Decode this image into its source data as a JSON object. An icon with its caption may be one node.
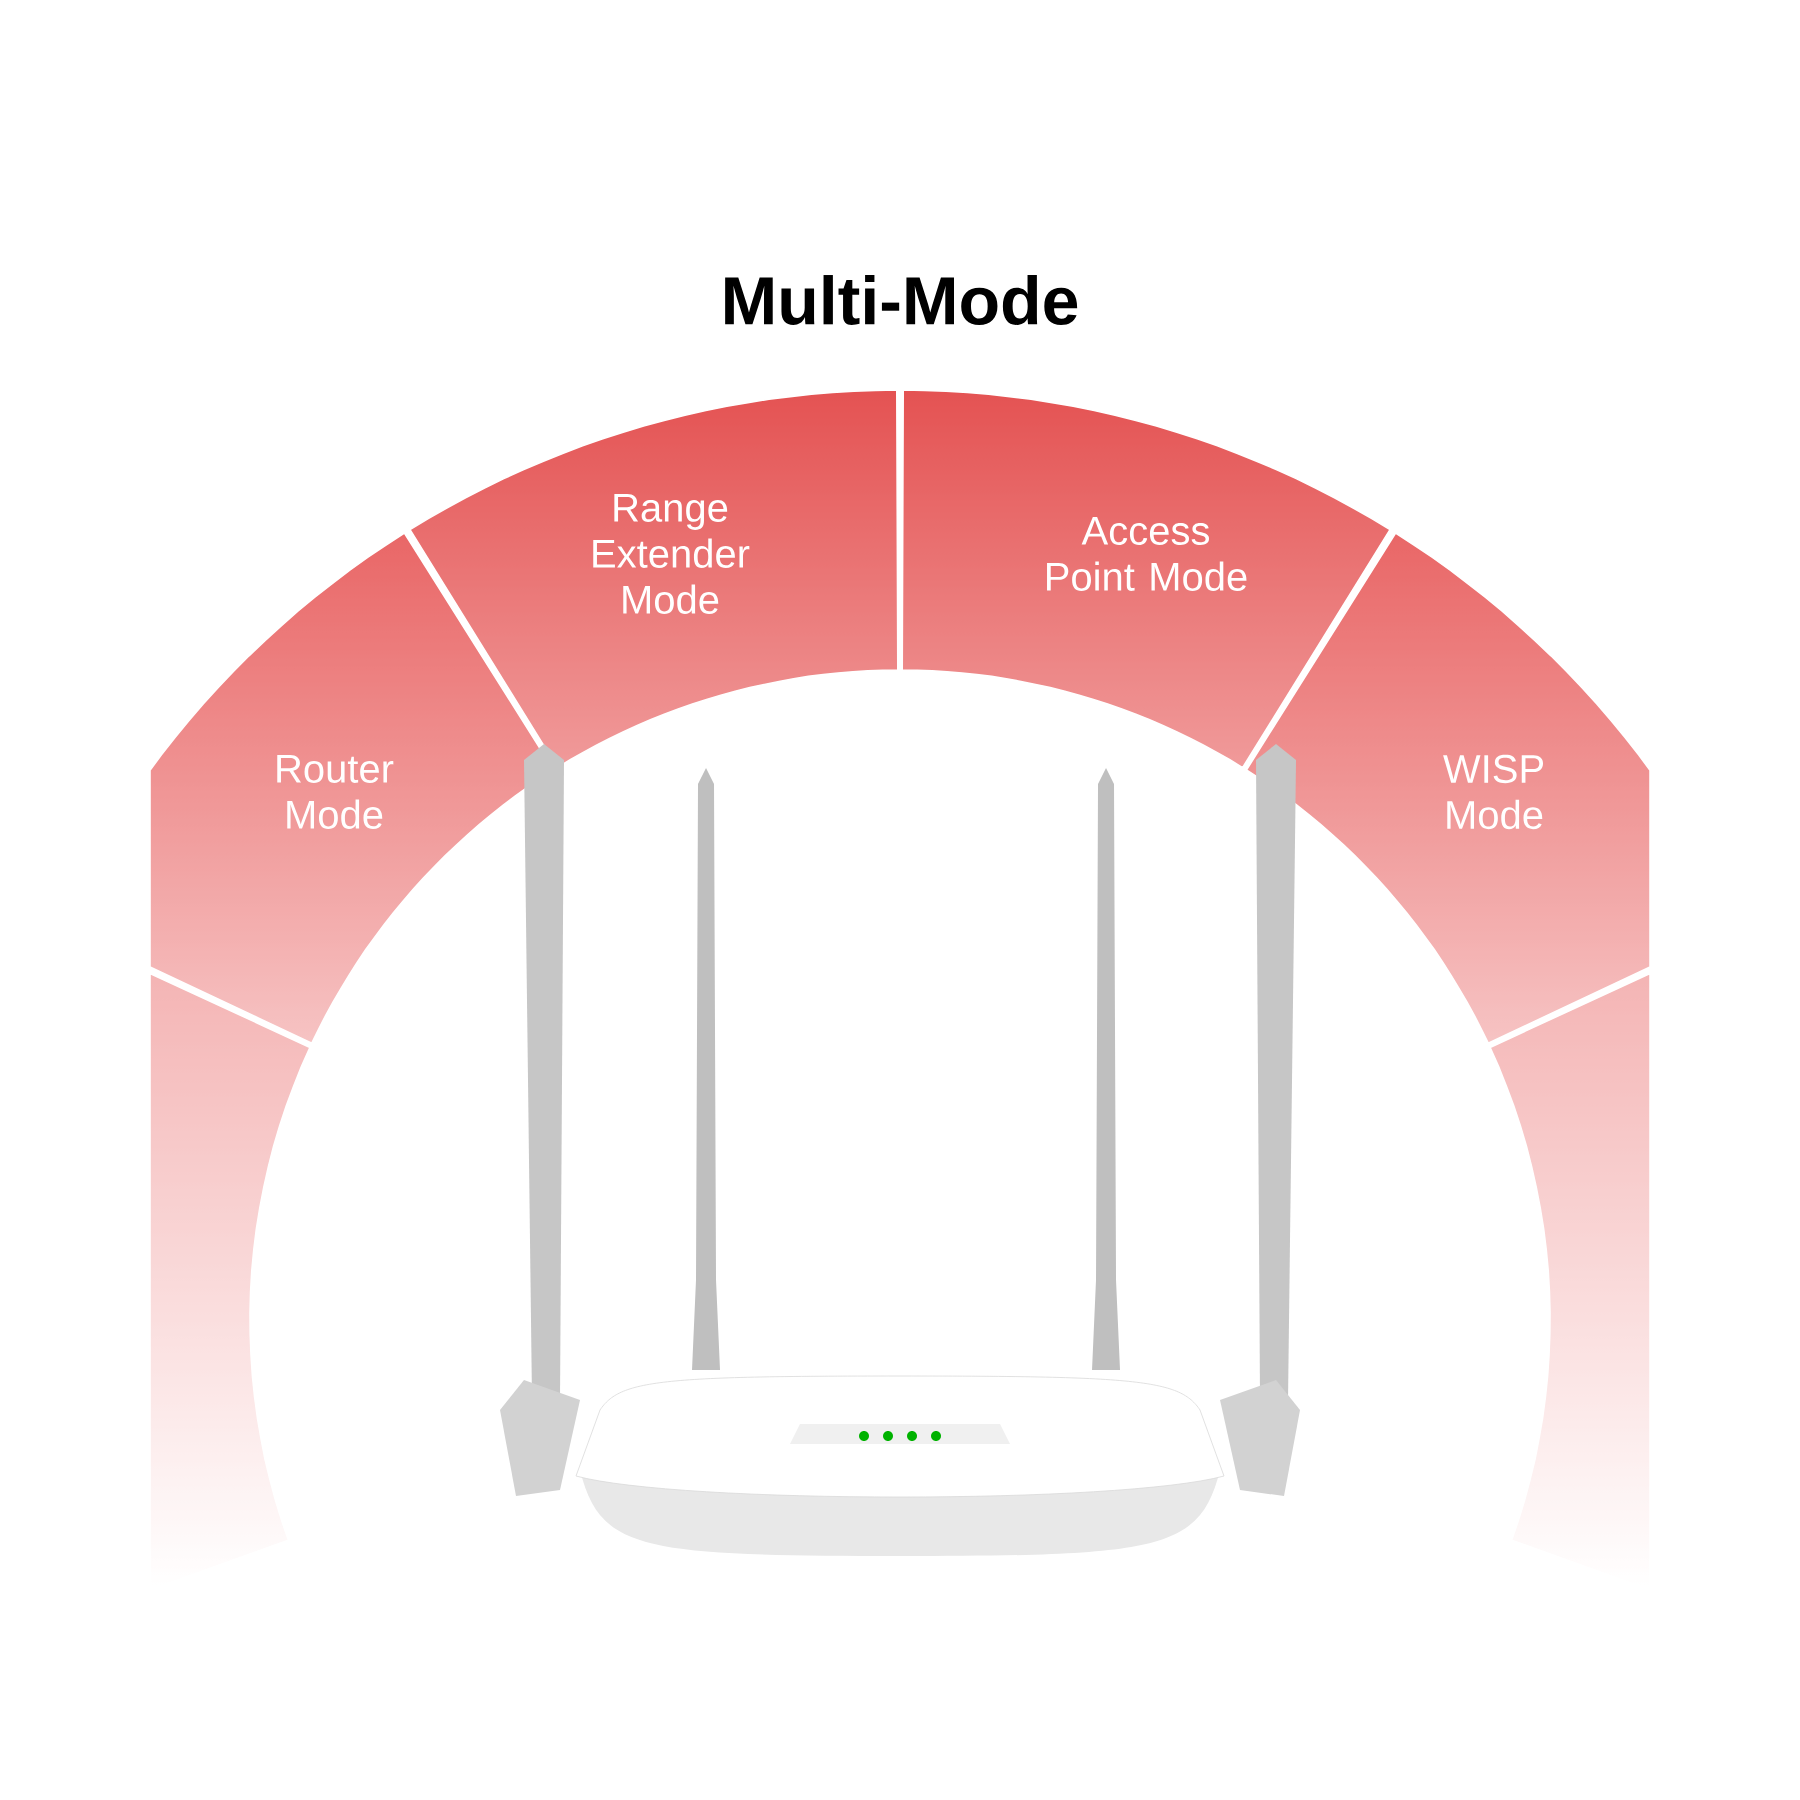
{
  "diagram": {
    "title": "Multi-Mode",
    "nodes": [
      {
        "text": [],
        "shape": "band"
      },
      {
        "text": [
          "Router Mode"
        ]
      },
      {
        "text": [
          "Range Extender Mode"
        ]
      },
      {
        "text": [
          "Access Point Mode"
        ]
      },
      {
        "text": [
          "WISP Mode"
        ]
      },
      {
        "text": [],
        "shape": "band"
      }
    ]
  }
}
